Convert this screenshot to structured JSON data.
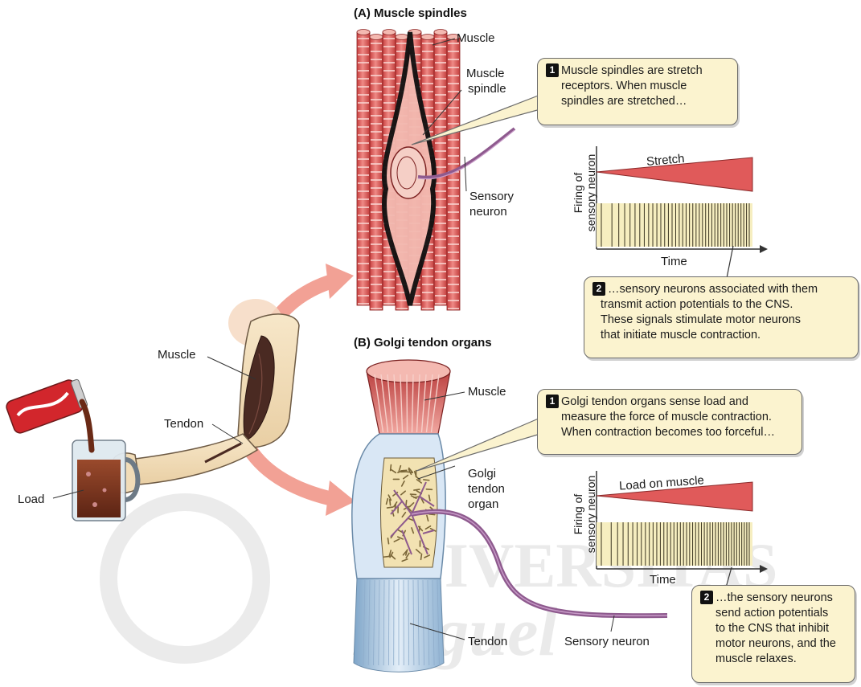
{
  "panel_a": {
    "heading": "(A)  Muscle spindles",
    "labels": {
      "muscle": "Muscle",
      "muscle_spindle_1": "Muscle",
      "muscle_spindle_2": "spindle",
      "sensory_neuron_1": "Sensory",
      "sensory_neuron_2": "neuron"
    },
    "callout_1": {
      "number": "1",
      "lines": [
        "Muscle spindles are stretch",
        "receptors. When muscle",
        "spindles are stretched…"
      ]
    },
    "graph": {
      "bar_label": "Stretch",
      "ylabel_1": "Firing of",
      "ylabel_2": "sensory neuron",
      "xlabel": "Time"
    },
    "callout_2": {
      "number": "2",
      "lines": [
        "…sensory neurons associated with them",
        "transmit action potentials to the CNS.",
        "These signals stimulate motor neurons",
        "that initiate muscle contraction."
      ]
    }
  },
  "panel_b": {
    "heading": "(B)  Golgi tendon organs",
    "labels": {
      "muscle": "Muscle",
      "gto_1": "Golgi",
      "gto_2": "tendon",
      "gto_3": "organ",
      "tendon": "Tendon",
      "sensory_neuron": "Sensory neuron"
    },
    "callout_1": {
      "number": "1",
      "lines": [
        "Golgi tendon organs sense load and",
        "measure the force of muscle contraction.",
        "When contraction becomes too forceful…"
      ]
    },
    "graph": {
      "bar_label": "Load on muscle",
      "ylabel_1": "Firing of",
      "ylabel_2": "sensory neuron",
      "xlabel": "Time"
    },
    "callout_2": {
      "number": "2",
      "lines": [
        "…the sensory neurons",
        "send action potentials",
        "to the CNS that inhibit",
        "motor neurons, and the",
        "muscle relaxes."
      ]
    }
  },
  "arm": {
    "muscle": "Muscle",
    "tendon": "Tendon",
    "load": "Load"
  },
  "watermark": {
    "line1": "UNIVERSITAS",
    "line2": "Miguel"
  },
  "colors": {
    "muscle_red": "#d9585a",
    "muscle_light": "#f0a5a0",
    "callout_fill": "#fbf3cf",
    "spike_fill": "#f6eec0",
    "neuron_purple": "#8e5a8e",
    "tendon_blue": "#b9d3ea",
    "arrow_pink": "#f2a195"
  }
}
